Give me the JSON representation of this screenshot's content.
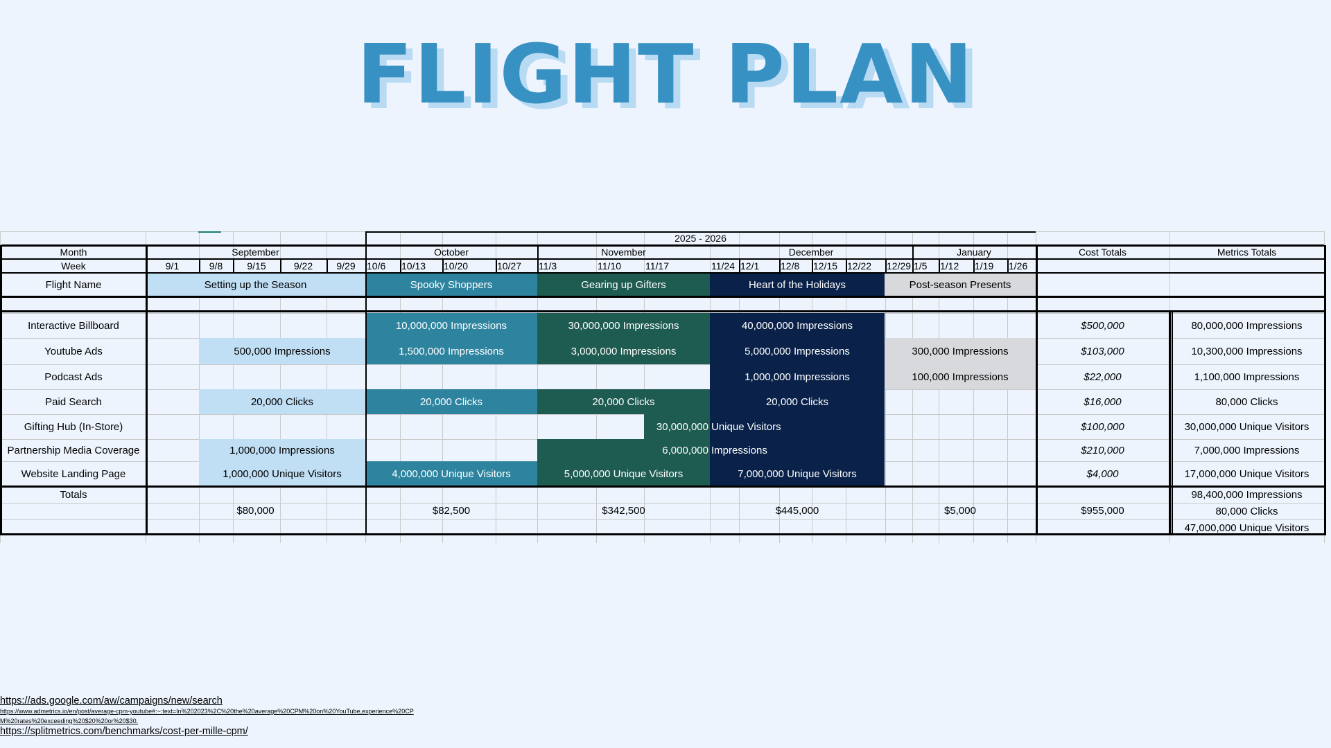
{
  "title": "FLIGHT PLAN",
  "year_label": "2025 - 2026",
  "colors": {
    "page_bg": "#edf4fd",
    "title": "#3792c3",
    "title_shadow": "#b8daf2",
    "light_blue": "#c0def4",
    "teal": "#2e849f",
    "dark_green": "#1e5b51",
    "navy": "#0a2249",
    "gray": "#d8d9dd"
  },
  "header": {
    "month_label": "Month",
    "week_label": "Week",
    "flight_name_label": "Flight Name",
    "cost_totals_label": "Cost Totals",
    "metrics_totals_label": "Metrics Totals"
  },
  "months": [
    "September",
    "October",
    "November",
    "December",
    "January"
  ],
  "weeks": [
    "9/1",
    "9/8",
    "9/15",
    "9/22",
    "9/29",
    "10/6",
    "10/13",
    "10/20",
    "10/27",
    "11/3",
    "11/10",
    "11/17",
    "11/24",
    "12/1",
    "12/8",
    "12/15",
    "12/22",
    "12/29",
    "1/5",
    "1/12",
    "1/19",
    "1/26"
  ],
  "flights": [
    "Setting up the Season",
    "Spooky Shoppers",
    "Gearing up Gifters",
    "Heart of the Holidays",
    "Post-season Presents"
  ],
  "channels": [
    {
      "name": "Interactive Billboard",
      "oct": "10,000,000 Impressions",
      "nov": "30,000,000 Impressions",
      "dec": "40,000,000 Impressions",
      "cost": "$500,000",
      "metric": "80,000,000 Impressions"
    },
    {
      "name": "Youtube Ads",
      "sep": "500,000 Impressions",
      "oct": "1,500,000 Impressions",
      "nov": "3,000,000 Impressions",
      "dec": "5,000,000 Impressions",
      "jan": "300,000 Impressions",
      "cost": "$103,000",
      "metric": "10,300,000 Impressions"
    },
    {
      "name": "Podcast Ads",
      "dec": "1,000,000 Impressions",
      "jan": "100,000 Impressions",
      "cost": "$22,000",
      "metric": "1,100,000 Impressions"
    },
    {
      "name": "Paid Search",
      "sep": "20,000 Clicks",
      "oct": "20,000 Clicks",
      "nov": "20,000 Clicks",
      "dec": "20,000 Clicks",
      "cost": "$16,000",
      "metric": "80,000 Clicks"
    },
    {
      "name": "Gifting Hub (In-Store)",
      "span_left": "30,000,000",
      "span_right": "Unique Visitors",
      "cost": "$100,000",
      "metric": "30,000,000 Unique Visitors"
    },
    {
      "name": "Partnership Media Coverage",
      "sep": "1,000,000 Impressions",
      "span_left": "6,000,000",
      "span_right": "Impressions",
      "cost": "$210,000",
      "metric": "7,000,000 Impressions"
    },
    {
      "name": "Website Landing Page",
      "sep": "1,000,000 Unique Visitors",
      "oct": "4,000,000 Unique Visitors",
      "nov": "5,000,000 Unique Visitors",
      "dec": "7,000,000 Unique Visitors",
      "cost": "$4,000",
      "metric": "17,000,000 Unique Visitors"
    }
  ],
  "totals": {
    "label": "Totals",
    "sep": "$80,000",
    "oct": "$82,500",
    "nov": "$342,500",
    "dec": "$445,000",
    "jan": "$5,000",
    "cost": "$955,000",
    "metrics": [
      "98,400,000 Impressions",
      "80,000 Clicks",
      "47,000,000 Unique Visitors"
    ]
  },
  "links": [
    "https://ads.google.com/aw/campaigns/new/search",
    "https://www.admetrics.io/en/post/average-cpm-youtube#:~:text=In%202023%2C%20the%20average%20CPM%20on%20YouTube,experience%20CPM%20rates%20exceeding%20$20%20or%20$30.",
    "https://splitmetrics.com/benchmarks/cost-per-mille-cpm/"
  ]
}
